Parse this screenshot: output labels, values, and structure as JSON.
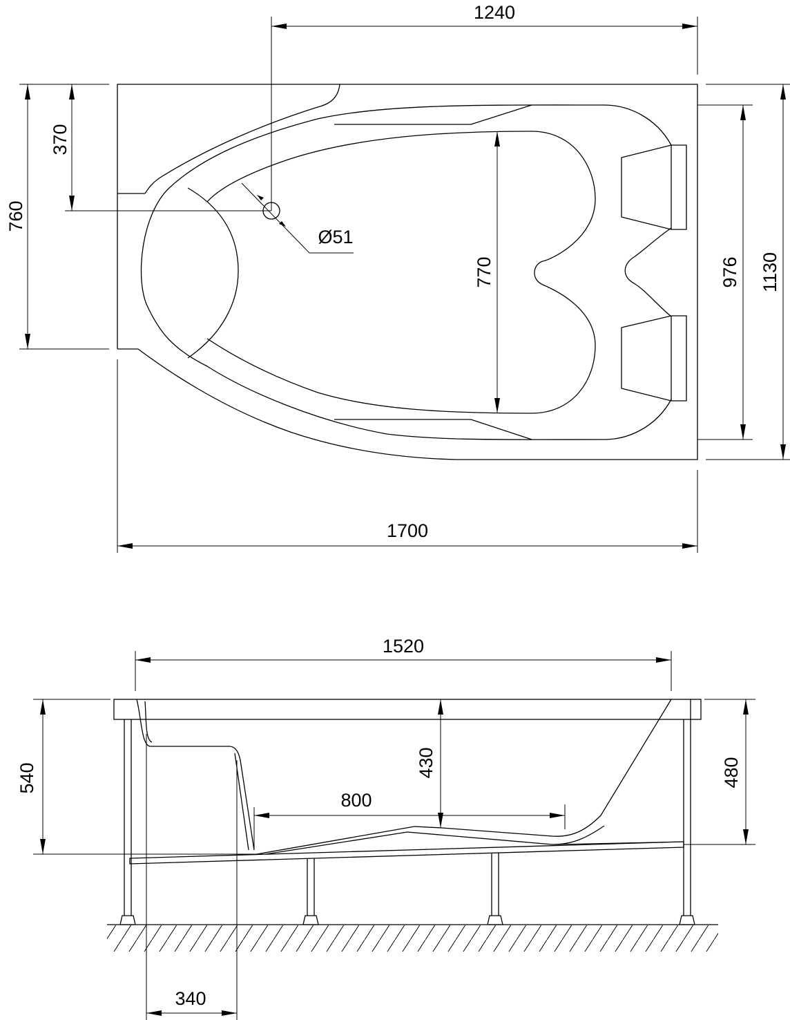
{
  "drawing": {
    "top_view": {
      "overall_length": "1700",
      "overall_width": "1130",
      "drain_offset_x": "1240",
      "drain_offset_y": "370",
      "side_width": "760",
      "inner_width": "976",
      "basin_width": "770",
      "drain_diameter": "Ø51"
    },
    "side_view": {
      "inner_length": "1520",
      "total_height": "540",
      "basin_depth": "430",
      "rim_height": "480",
      "seat_length": "800",
      "leg_offset": "340"
    }
  }
}
